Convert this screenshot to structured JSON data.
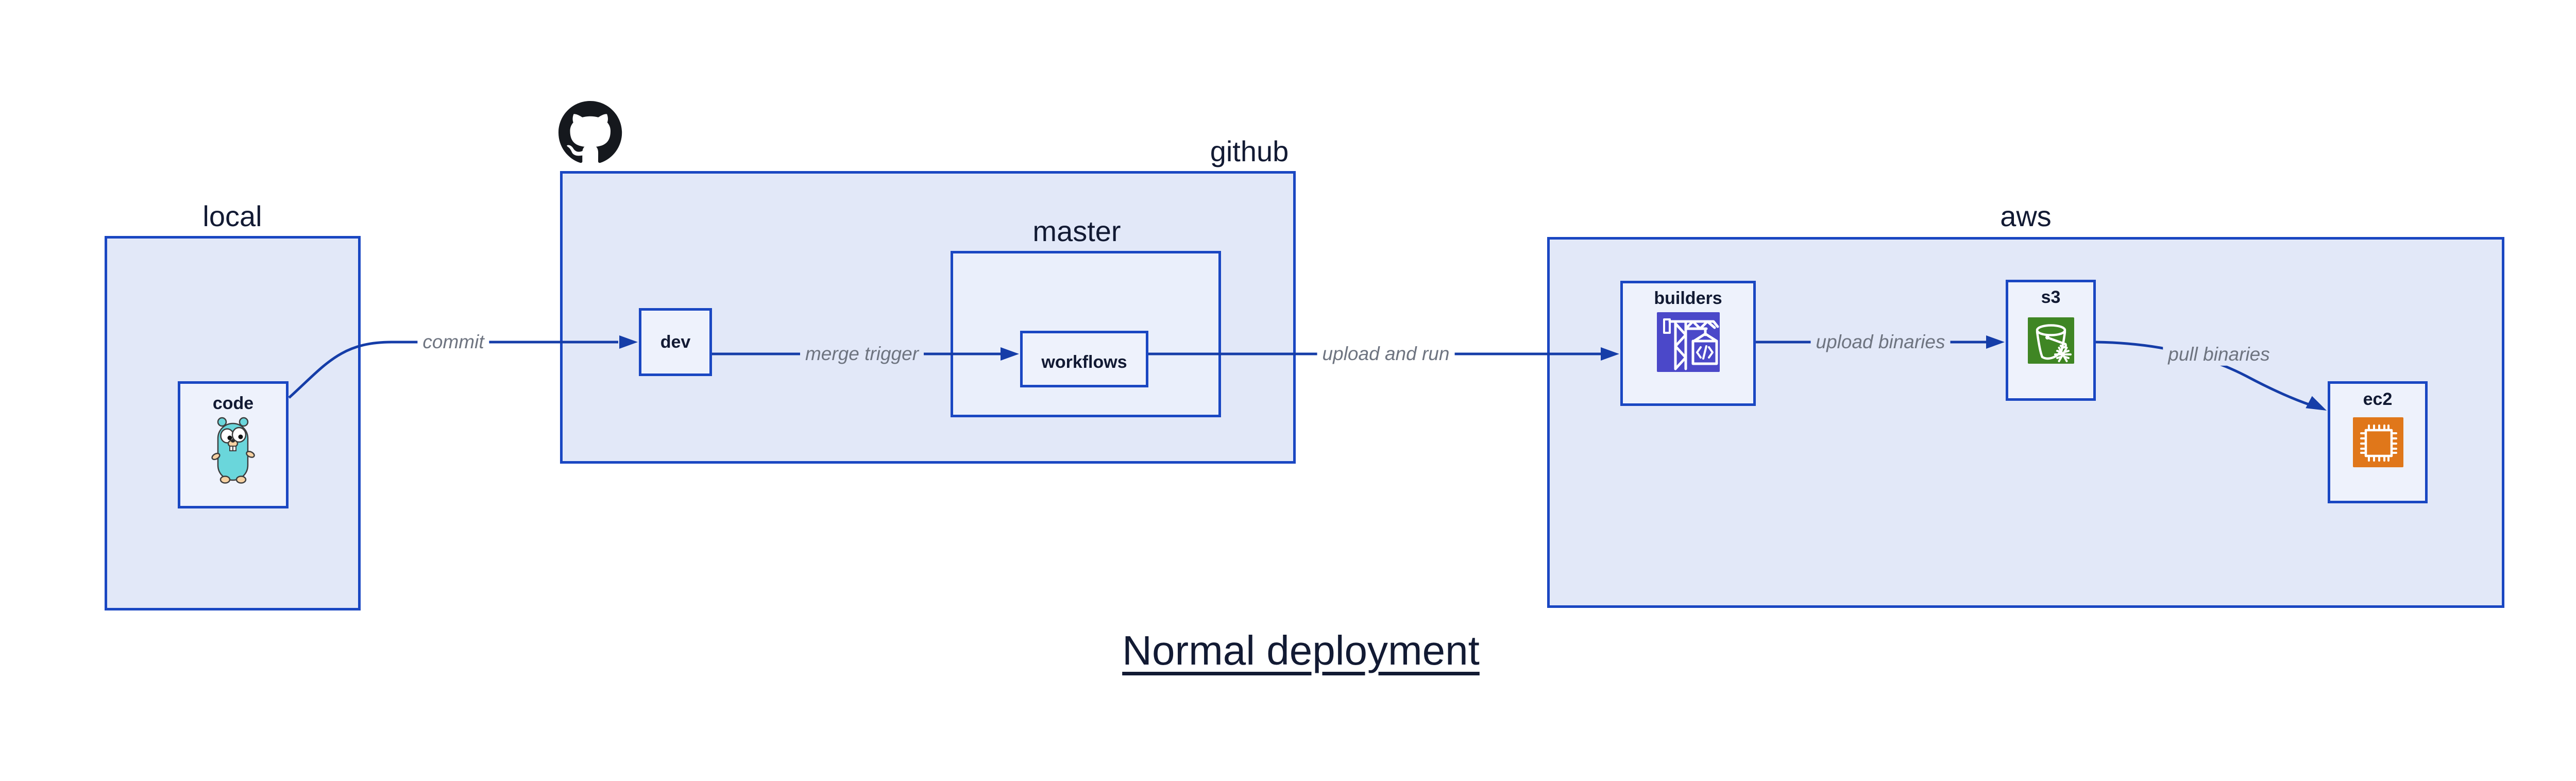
{
  "diagram_title": "Normal deployment",
  "containers": {
    "local": {
      "label": "local"
    },
    "github": {
      "label": "github"
    },
    "master": {
      "label": "master"
    },
    "aws": {
      "label": "aws"
    }
  },
  "nodes": {
    "code": {
      "label": "code",
      "icon": "go-gopher-icon"
    },
    "dev": {
      "label": "dev"
    },
    "workflows": {
      "label": "workflows"
    },
    "builders": {
      "label": "builders",
      "icon": "codebuild-crane-icon"
    },
    "s3": {
      "label": "s3",
      "icon": "s3-bucket-snowflake-icon"
    },
    "ec2": {
      "label": "ec2",
      "icon": "ec2-chip-icon"
    }
  },
  "edges": [
    {
      "id": "commit",
      "from": "code",
      "to": "dev",
      "label": "commit"
    },
    {
      "id": "merge-trigger",
      "from": "dev",
      "to": "workflows",
      "label": "merge trigger"
    },
    {
      "id": "upload-and-run",
      "from": "workflows",
      "to": "builders",
      "label": "upload and run"
    },
    {
      "id": "upload-binaries",
      "from": "builders",
      "to": "s3",
      "label": "upload binaries"
    },
    {
      "id": "pull-binaries",
      "from": "s3",
      "to": "ec2",
      "label": "pull binaries"
    }
  ],
  "icons": {
    "github_logo": "github-octocat-icon"
  },
  "colors": {
    "background": "#ffffff",
    "container_fill": "#e2e8f8",
    "master_fill": "#eaeffb",
    "node_fill": "#eef2fc",
    "border_blue": "#1a47c2",
    "arrow_blue": "#153da8",
    "label_navy": "#121a33",
    "edge_label_gray": "#6e7480",
    "github_black": "#15181d",
    "gopher_teal": "#6ad6db",
    "gopher_beige": "#f6d1a2",
    "codebuild_purple": "#4b48c9",
    "s3_green": "#3f8624",
    "ec2_orange": "#e0771a"
  }
}
